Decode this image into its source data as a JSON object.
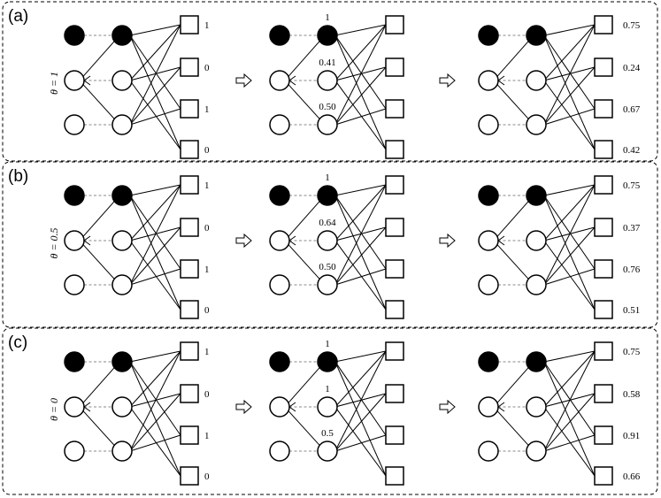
{
  "panels": [
    {
      "label": "(a)",
      "theta": "θ = 1",
      "input_values": [
        "1",
        "0",
        "1",
        "0"
      ],
      "mid_values": [
        "1",
        "0.41",
        "0.50"
      ],
      "output_values": [
        "0.75",
        "0.24",
        "0.67",
        "0.42"
      ]
    },
    {
      "label": "(b)",
      "theta": "θ = 0.5",
      "input_values": [
        "1",
        "0",
        "1",
        "0"
      ],
      "mid_values": [
        "1",
        "0.64",
        "0.50"
      ],
      "output_values": [
        "0.75",
        "0.37",
        "0.76",
        "0.51"
      ]
    },
    {
      "label": "(c)",
      "theta": "θ = 0",
      "input_values": [
        "1",
        "0",
        "1",
        "0"
      ],
      "mid_values": [
        "1",
        "1",
        "0.5"
      ],
      "output_values": [
        "0.75",
        "0.58",
        "0.91",
        "0.66"
      ]
    }
  ],
  "colors": {
    "filled_node": "#000000",
    "empty_node": "#ffffff",
    "dashed_link": "#888888"
  }
}
